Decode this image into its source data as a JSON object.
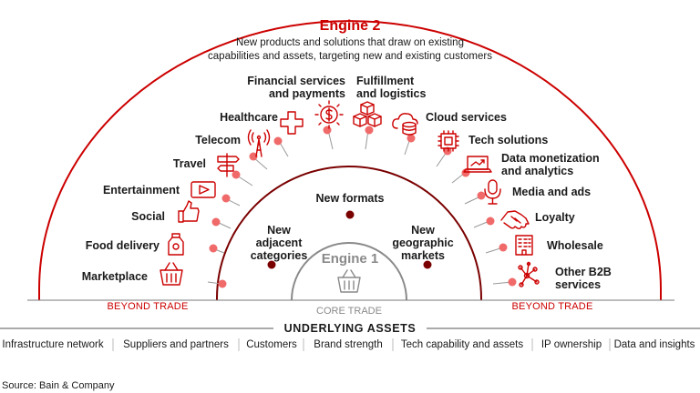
{
  "engine2": {
    "title": "Engine 2",
    "description_line1": "New products and solutions that draw on existing",
    "description_line2": "capabilities and assets, targeting new and existing customers"
  },
  "outer_items": [
    {
      "label": "Marketplace",
      "icon": "basket-icon"
    },
    {
      "label": "Food delivery",
      "icon": "milk-carton-icon"
    },
    {
      "label": "Social",
      "icon": "thumbs-up-icon"
    },
    {
      "label": "Entertainment",
      "icon": "video-play-icon"
    },
    {
      "label": "Travel",
      "icon": "signpost-icon"
    },
    {
      "label": "Telecom",
      "icon": "antenna-tower-icon"
    },
    {
      "label": "Healthcare",
      "icon": "medical-cross-icon"
    },
    {
      "label_line1": "Financial services",
      "label_line2": "and payments",
      "icon": "dollar-gear-icon"
    },
    {
      "label_line1": "Fulfillment",
      "label_line2": "and logistics",
      "icon": "stacked-boxes-icon"
    },
    {
      "label": "Cloud services",
      "icon": "cloud-database-icon"
    },
    {
      "label": "Tech solutions",
      "icon": "microchip-icon"
    },
    {
      "label_line1": "Data monetization",
      "label_line2": "and analytics",
      "icon": "laptop-chart-icon"
    },
    {
      "label": "Media and ads",
      "icon": "microphone-icon"
    },
    {
      "label": "Loyalty",
      "icon": "handshake-icon"
    },
    {
      "label": "Wholesale",
      "icon": "building-icon"
    },
    {
      "label_line1": "Other B2B",
      "label_line2": "services",
      "icon": "network-icon"
    }
  ],
  "inner_items": [
    {
      "label_line1": "New",
      "label_line2": "adjacent",
      "label_line3": "categories"
    },
    {
      "label_line1": "New formats"
    },
    {
      "label_line1": "New",
      "label_line2": "geographic",
      "label_line3": "markets"
    }
  ],
  "engine1": {
    "title": "Engine 1",
    "core_label": "CORE TRADE",
    "icon": "basket-icon"
  },
  "beyond_trade_label": "BEYOND TRADE",
  "underlying_assets": {
    "title": "UNDERLYING ASSETS",
    "items": [
      "Infrastructure network",
      "Suppliers and partners",
      "Customers",
      "Brand strength",
      "Tech capability and assets",
      "IP ownership",
      "Data and insights"
    ]
  },
  "source": "Source: Bain & Company",
  "colors": {
    "accent_red": "#cc0000",
    "dot_pink": "#f06a6a",
    "dot_dark": "#7a0000",
    "gray": "#8a8a8a",
    "text": "#1a1a1a"
  }
}
